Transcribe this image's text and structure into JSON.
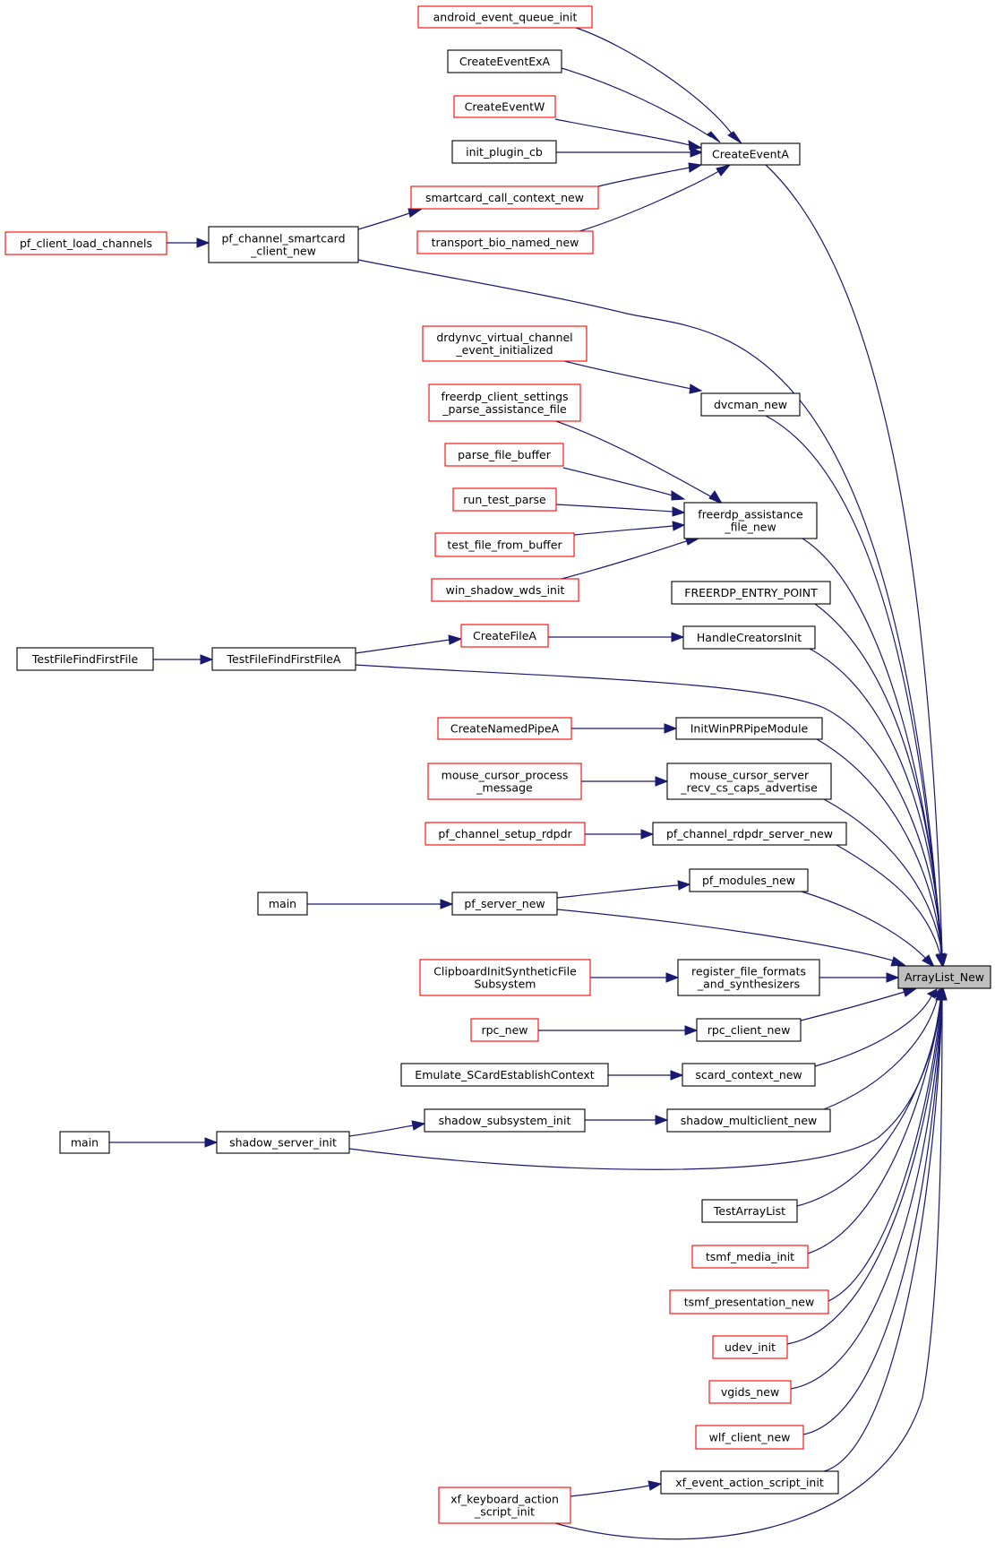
{
  "graph": {
    "title": "",
    "colors": {
      "edge": "#191970",
      "border_black": "#000000",
      "border_red": "#ff0000",
      "target_fill": "#bfbfbf",
      "fill": "#ffffff"
    },
    "nodes": [
      {
        "id": "n0",
        "lines": [
          "android_event_queue_init"
        ],
        "border": "red"
      },
      {
        "id": "n1",
        "lines": [
          "CreateEventExA"
        ],
        "border": "black"
      },
      {
        "id": "n2",
        "lines": [
          "CreateEventW"
        ],
        "border": "red"
      },
      {
        "id": "n3",
        "lines": [
          "init_plugin_cb"
        ],
        "border": "black"
      },
      {
        "id": "n4",
        "lines": [
          "smartcard_call_context_new"
        ],
        "border": "red"
      },
      {
        "id": "n5",
        "lines": [
          "transport_bio_named_new"
        ],
        "border": "red"
      },
      {
        "id": "n6",
        "lines": [
          "CreateEventA"
        ],
        "border": "black"
      },
      {
        "id": "n7",
        "lines": [
          "pf_client_load_channels"
        ],
        "border": "red"
      },
      {
        "id": "n8",
        "lines": [
          "pf_channel_smartcard",
          "_client_new"
        ],
        "border": "black"
      },
      {
        "id": "n9",
        "lines": [
          "drdynvc_virtual_channel",
          "_event_initialized"
        ],
        "border": "red"
      },
      {
        "id": "n10",
        "lines": [
          "dvcman_new"
        ],
        "border": "black"
      },
      {
        "id": "n11",
        "lines": [
          "freerdp_client_settings",
          "_parse_assistance_file"
        ],
        "border": "red"
      },
      {
        "id": "n12",
        "lines": [
          "parse_file_buffer"
        ],
        "border": "red"
      },
      {
        "id": "n13",
        "lines": [
          "run_test_parse"
        ],
        "border": "red"
      },
      {
        "id": "n14",
        "lines": [
          "test_file_from_buffer"
        ],
        "border": "red"
      },
      {
        "id": "n15",
        "lines": [
          "win_shadow_wds_init"
        ],
        "border": "red"
      },
      {
        "id": "n16",
        "lines": [
          "freerdp_assistance",
          "_file_new"
        ],
        "border": "black"
      },
      {
        "id": "n17",
        "lines": [
          "FREERDP_ENTRY_POINT"
        ],
        "border": "black"
      },
      {
        "id": "n18",
        "lines": [
          "TestFileFindFirstFile"
        ],
        "border": "black"
      },
      {
        "id": "n19",
        "lines": [
          "TestFileFindFirstFileA"
        ],
        "border": "black"
      },
      {
        "id": "n20",
        "lines": [
          "CreateFileA"
        ],
        "border": "red"
      },
      {
        "id": "n21",
        "lines": [
          "HandleCreatorsInit"
        ],
        "border": "black"
      },
      {
        "id": "n22",
        "lines": [
          "CreateNamedPipeA"
        ],
        "border": "red"
      },
      {
        "id": "n23",
        "lines": [
          "InitWinPRPipeModule"
        ],
        "border": "black"
      },
      {
        "id": "n24",
        "lines": [
          "mouse_cursor_process",
          "_message"
        ],
        "border": "red"
      },
      {
        "id": "n25",
        "lines": [
          "mouse_cursor_server",
          "_recv_cs_caps_advertise"
        ],
        "border": "black"
      },
      {
        "id": "n26",
        "lines": [
          "pf_channel_setup_rdpdr"
        ],
        "border": "red"
      },
      {
        "id": "n27",
        "lines": [
          "pf_channel_rdpdr_server_new"
        ],
        "border": "black"
      },
      {
        "id": "n28",
        "lines": [
          "main"
        ],
        "border": "black"
      },
      {
        "id": "n29",
        "lines": [
          "pf_server_new"
        ],
        "border": "black"
      },
      {
        "id": "n30",
        "lines": [
          "pf_modules_new"
        ],
        "border": "black"
      },
      {
        "id": "n31",
        "lines": [
          "ClipboardInitSyntheticFile",
          "Subsystem"
        ],
        "border": "red"
      },
      {
        "id": "n32",
        "lines": [
          "register_file_formats",
          "_and_synthesizers"
        ],
        "border": "black"
      },
      {
        "id": "n33",
        "lines": [
          "ArrayList_New"
        ],
        "border": "black",
        "highlight": true
      },
      {
        "id": "n34",
        "lines": [
          "rpc_new"
        ],
        "border": "red"
      },
      {
        "id": "n35",
        "lines": [
          "rpc_client_new"
        ],
        "border": "black"
      },
      {
        "id": "n36",
        "lines": [
          "Emulate_SCardEstablishContext"
        ],
        "border": "black"
      },
      {
        "id": "n37",
        "lines": [
          "scard_context_new"
        ],
        "border": "black"
      },
      {
        "id": "n38",
        "lines": [
          "shadow_subsystem_init"
        ],
        "border": "black"
      },
      {
        "id": "n39",
        "lines": [
          "shadow_multiclient_new"
        ],
        "border": "black"
      },
      {
        "id": "n40",
        "lines": [
          "main"
        ],
        "border": "black"
      },
      {
        "id": "n41",
        "lines": [
          "shadow_server_init"
        ],
        "border": "black"
      },
      {
        "id": "n42",
        "lines": [
          "TestArrayList"
        ],
        "border": "black"
      },
      {
        "id": "n43",
        "lines": [
          "tsmf_media_init"
        ],
        "border": "red"
      },
      {
        "id": "n44",
        "lines": [
          "tsmf_presentation_new"
        ],
        "border": "red"
      },
      {
        "id": "n45",
        "lines": [
          "udev_init"
        ],
        "border": "red"
      },
      {
        "id": "n46",
        "lines": [
          "vgids_new"
        ],
        "border": "red"
      },
      {
        "id": "n47",
        "lines": [
          "wlf_client_new"
        ],
        "border": "red"
      },
      {
        "id": "n48",
        "lines": [
          "xf_event_action_script_init"
        ],
        "border": "black"
      },
      {
        "id": "n49",
        "lines": [
          "xf_keyboard_action",
          "_script_init"
        ],
        "border": "red"
      }
    ],
    "edges": [
      {
        "from": "n0",
        "to": "n6"
      },
      {
        "from": "n1",
        "to": "n6"
      },
      {
        "from": "n2",
        "to": "n6"
      },
      {
        "from": "n3",
        "to": "n6"
      },
      {
        "from": "n4",
        "to": "n6"
      },
      {
        "from": "n5",
        "to": "n6"
      },
      {
        "from": "n8",
        "to": "n4"
      },
      {
        "from": "n7",
        "to": "n8"
      },
      {
        "from": "n6",
        "to": "n33"
      },
      {
        "from": "n8",
        "to": "n33"
      },
      {
        "from": "n9",
        "to": "n10"
      },
      {
        "from": "n10",
        "to": "n33"
      },
      {
        "from": "n11",
        "to": "n16"
      },
      {
        "from": "n12",
        "to": "n16"
      },
      {
        "from": "n13",
        "to": "n16"
      },
      {
        "from": "n14",
        "to": "n16"
      },
      {
        "from": "n15",
        "to": "n16"
      },
      {
        "from": "n16",
        "to": "n33"
      },
      {
        "from": "n17",
        "to": "n33"
      },
      {
        "from": "n18",
        "to": "n19"
      },
      {
        "from": "n19",
        "to": "n20"
      },
      {
        "from": "n20",
        "to": "n21"
      },
      {
        "from": "n21",
        "to": "n33"
      },
      {
        "from": "n19",
        "to": "n33"
      },
      {
        "from": "n22",
        "to": "n23"
      },
      {
        "from": "n23",
        "to": "n33"
      },
      {
        "from": "n24",
        "to": "n25"
      },
      {
        "from": "n25",
        "to": "n33"
      },
      {
        "from": "n26",
        "to": "n27"
      },
      {
        "from": "n27",
        "to": "n33"
      },
      {
        "from": "n28",
        "to": "n29"
      },
      {
        "from": "n29",
        "to": "n30"
      },
      {
        "from": "n30",
        "to": "n33"
      },
      {
        "from": "n29",
        "to": "n33"
      },
      {
        "from": "n31",
        "to": "n32"
      },
      {
        "from": "n32",
        "to": "n33"
      },
      {
        "from": "n34",
        "to": "n35"
      },
      {
        "from": "n35",
        "to": "n33"
      },
      {
        "from": "n36",
        "to": "n37"
      },
      {
        "from": "n37",
        "to": "n33"
      },
      {
        "from": "n38",
        "to": "n39"
      },
      {
        "from": "n39",
        "to": "n33"
      },
      {
        "from": "n40",
        "to": "n41"
      },
      {
        "from": "n41",
        "to": "n38"
      },
      {
        "from": "n41",
        "to": "n33"
      },
      {
        "from": "n42",
        "to": "n33"
      },
      {
        "from": "n43",
        "to": "n33"
      },
      {
        "from": "n44",
        "to": "n33"
      },
      {
        "from": "n45",
        "to": "n33"
      },
      {
        "from": "n46",
        "to": "n33"
      },
      {
        "from": "n47",
        "to": "n33"
      },
      {
        "from": "n48",
        "to": "n33"
      },
      {
        "from": "n49",
        "to": "n48"
      },
      {
        "from": "n49",
        "to": "n33"
      }
    ]
  }
}
